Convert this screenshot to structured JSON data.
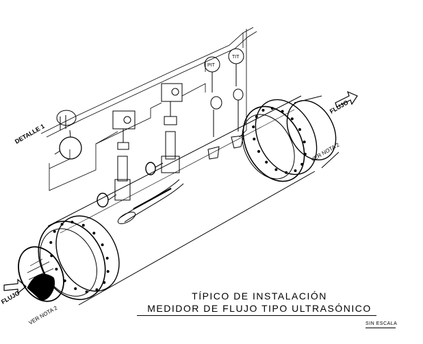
{
  "labels": {
    "detail": "DETALLE 1",
    "flow_left": "FLUJO",
    "flow_right": "FLUJO",
    "note_left": "VER NOTA 2",
    "note_right": "VER NOTA 2",
    "pit": "PIT",
    "tit": "TIT"
  },
  "title": {
    "line1": "TÍPICO DE INSTALACIÓN",
    "line2": "MEDIDOR DE FLUJO TIPO ULTRASÓNICO",
    "scale": "SIN ESCALA"
  },
  "colors": {
    "ink": "#000000",
    "background": "#ffffff"
  }
}
